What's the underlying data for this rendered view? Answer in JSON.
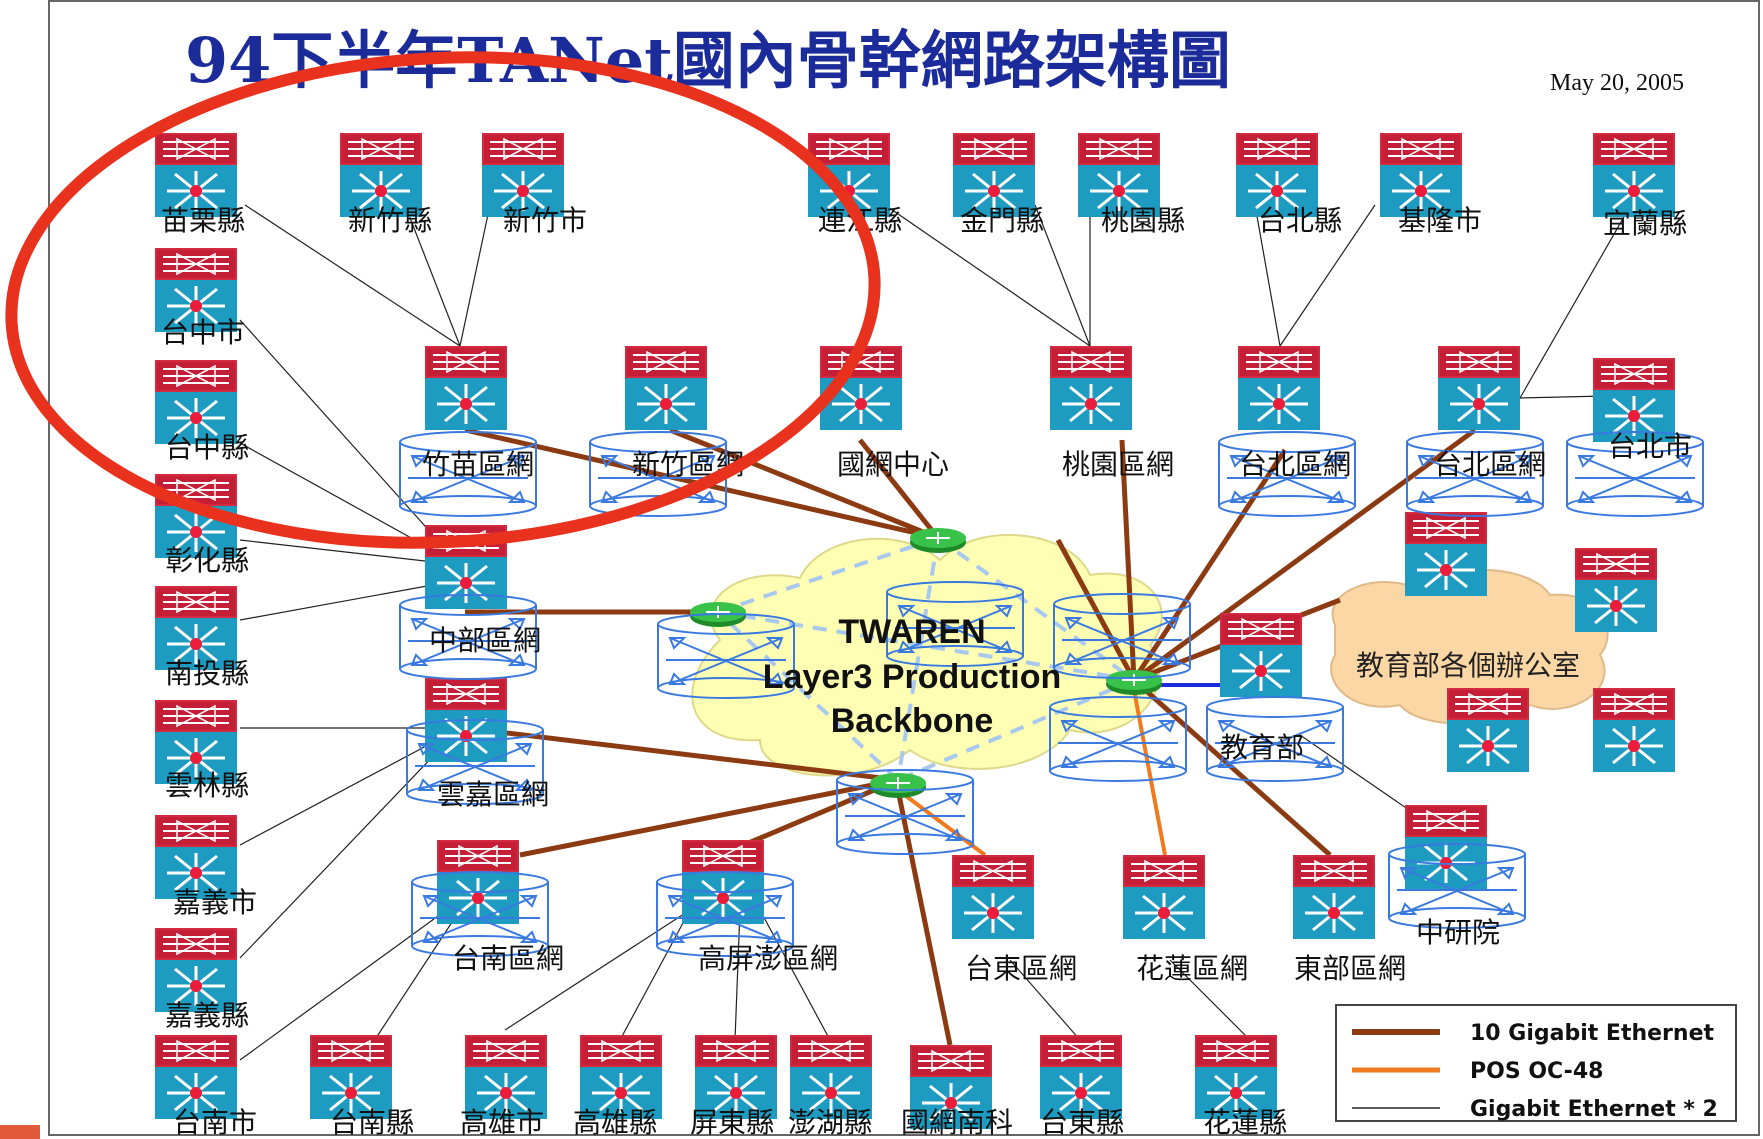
{
  "title": "94下半年TANet國內骨幹網路架構圖",
  "date": "May 20, 2005",
  "cloud": {
    "line1": "TWAREN",
    "line2": "Layer3 Production",
    "line3": "Backbone"
  },
  "office_label": "教育部各個辦公室",
  "labels": {
    "miaoli": "苗栗縣",
    "hsinchu_county": "新竹縣",
    "hsinchu_city": "新竹市",
    "lienchiang": "連江縣",
    "kinmen": "金門縣",
    "taoyuan_county": "桃園縣",
    "taipei_county": "台北縣",
    "keelung": "基隆市",
    "yilan": "宜蘭縣",
    "taichung_city": "台中市",
    "taichung_county": "台中縣",
    "changhua": "彰化縣",
    "nantou": "南投縣",
    "yunlin": "雲林縣",
    "chiayi_city": "嘉義市",
    "chiayi_county": "嘉義縣",
    "tainan_city": "台南市",
    "tainan_county": "台南縣",
    "kaohsiung_city": "高雄市",
    "kaohsiung_county": "高雄縣",
    "pingtung": "屏東縣",
    "penghu": "澎湖縣",
    "nchc_south": "國網南科",
    "taitung_county": "台東縣",
    "hualien_county": "花蓮縣",
    "zhumiao_net": "竹苗區網",
    "xinzhu_net": "新竹區網",
    "nchc": "國網中心",
    "taoyuan_net": "桃園區網",
    "taipei_net1": "台北區網",
    "taipei_net2": "台北區網",
    "taipei_city": "台北市",
    "central_net": "中部區網",
    "yunjia_net": "雲嘉區網",
    "moe": "教育部",
    "tainan_net": "台南區網",
    "gaopingpeng_net": "高屏澎區網",
    "taitung_net": "台東區網",
    "hualien_net": "花蓮區網",
    "east_net": "東部區網",
    "academia_sinica": "中研院"
  },
  "legend": {
    "ge10": "10 Gigabit Ethernet",
    "pos": "POS OC-48",
    "ge2": "Gigabit Ethernet * 2"
  },
  "colors": {
    "title_blue": "#1c2b9a",
    "ge10": "#8b3a12",
    "pos": "#f07a20",
    "annotation_red": "#e8321e",
    "cloud_fill": "#ffffb4",
    "office_fill": "#fcd7a6"
  }
}
